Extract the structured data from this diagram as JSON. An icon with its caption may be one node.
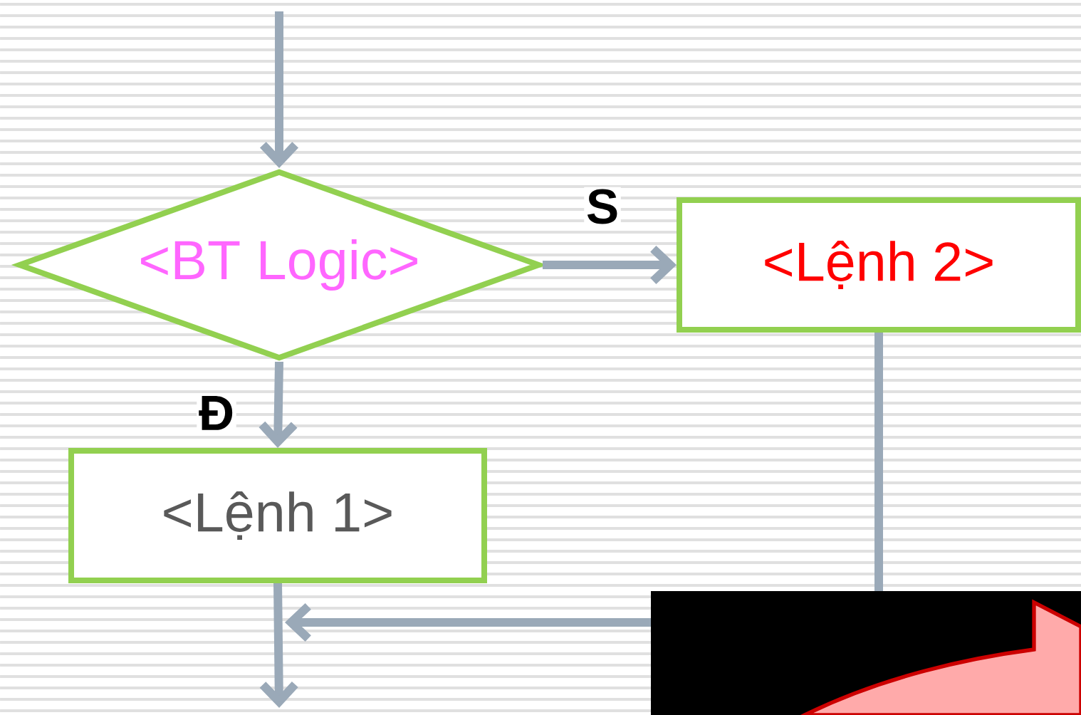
{
  "diagram": {
    "nodes": [
      {
        "text": [
          "<BT Logic>"
        ]
      },
      {
        "text": [
          "<Lệnh 2>"
        ]
      },
      {
        "text": [
          "<Lệnh 1>"
        ]
      }
    ],
    "edges": [
      {
        "from": null,
        "to": 0,
        "arrow": "to"
      },
      {
        "from": 0,
        "to": 1,
        "arrow": "to",
        "label": "S"
      },
      {
        "from": 0,
        "to": 2,
        "arrow": "to",
        "label": "Đ"
      },
      {
        "from": 1,
        "to": null,
        "arrow": "to"
      },
      {
        "from": 2,
        "to": null,
        "arrow": "to"
      }
    ]
  }
}
